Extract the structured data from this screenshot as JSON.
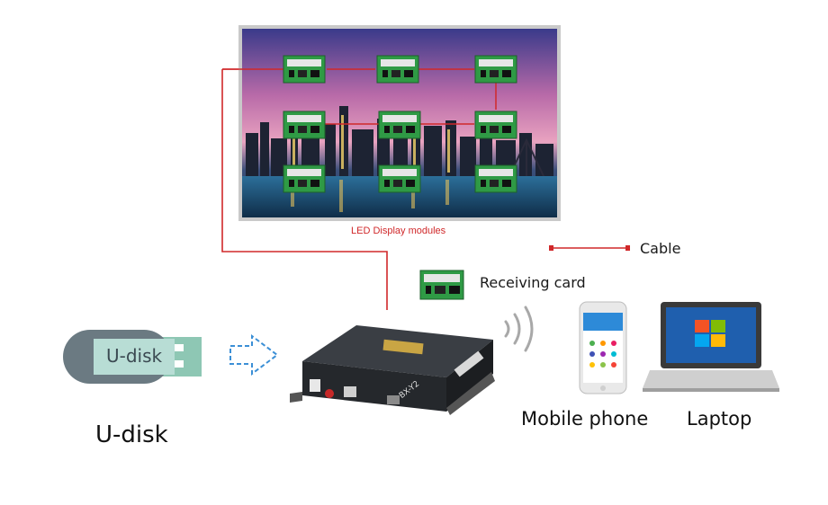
{
  "labels": {
    "led_modules": "LED Display modules",
    "cable": "Cable",
    "receiving_card": "Receiving card",
    "udisk_caption": "U-disk",
    "udisk_stick_text": "U-disk",
    "mobile_phone": "Mobile phone",
    "laptop": "Laptop",
    "controller_model": "BX-Y2"
  },
  "colors": {
    "cable": "#d0282a",
    "pcb_green": "#2f9a45",
    "udisk_body": "#6b7a82",
    "udisk_label": "#b8ddd5",
    "udisk_tip": "#8ec7b4",
    "arrow": "#3b8fd6",
    "controller": "#2a2d31"
  }
}
